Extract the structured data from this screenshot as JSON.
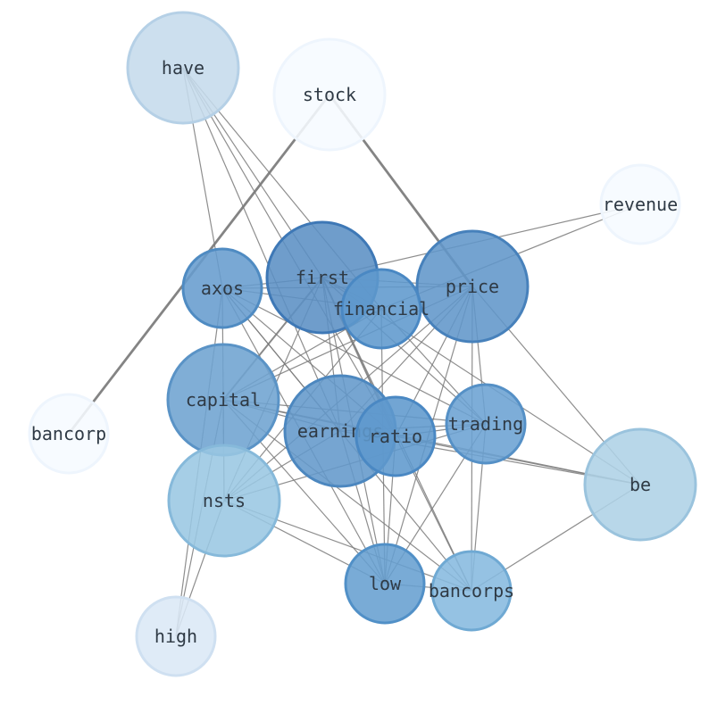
{
  "graph": {
    "nodes": [
      {
        "id": "have",
        "label": "have",
        "color": "#c5dbec",
        "stroke": "#b5d0e6"
      },
      {
        "id": "stock",
        "label": "stock",
        "color": "#f6faff",
        "stroke": "#eef5fd"
      },
      {
        "id": "revenue",
        "label": "revenue",
        "color": "#f6faff",
        "stroke": "#eef5fd"
      },
      {
        "id": "first",
        "label": "first",
        "color": "#5b8fc4",
        "stroke": "#3e78b6"
      },
      {
        "id": "price",
        "label": "price",
        "color": "#6196c9",
        "stroke": "#4781bb"
      },
      {
        "id": "axos",
        "label": "axos",
        "color": "#669cce",
        "stroke": "#4f8bc2"
      },
      {
        "id": "financial",
        "label": "financial",
        "color": "#5e98cd",
        "stroke": "#4a88c3"
      },
      {
        "id": "capital",
        "label": "capital",
        "color": "#6ea3d0",
        "stroke": "#5a93c6"
      },
      {
        "id": "earnings",
        "label": "earnings",
        "color": "#6399cb",
        "stroke": "#4c87bf"
      },
      {
        "id": "ratio",
        "label": "ratio",
        "color": "#5e98cd",
        "stroke": "#4a88c3"
      },
      {
        "id": "trading",
        "label": "trading",
        "color": "#6ba2d3",
        "stroke": "#5590c6"
      },
      {
        "id": "bancorp",
        "label": "bancorp",
        "color": "#f6faff",
        "stroke": "#eef5fd"
      },
      {
        "id": "be",
        "label": "be",
        "color": "#aed1e6",
        "stroke": "#9ac3dd"
      },
      {
        "id": "nsts",
        "label": "nsts",
        "color": "#9ac7e2",
        "stroke": "#86b9da"
      },
      {
        "id": "low",
        "label": "low",
        "color": "#679fd0",
        "stroke": "#5190c7"
      },
      {
        "id": "bancorps",
        "label": "bancorps",
        "color": "#86badf",
        "stroke": "#6fa9d3"
      },
      {
        "id": "high",
        "label": "high",
        "color": "#dbe8f6",
        "stroke": "#cfe0f1"
      }
    ],
    "edges": [
      [
        "stock",
        "bancorp",
        "heavy"
      ],
      [
        "stock",
        "price",
        "heavy"
      ],
      [
        "first",
        "capital",
        "medium"
      ],
      [
        "first",
        "ratio",
        "medium"
      ],
      [
        "have",
        "axos",
        "thin"
      ],
      [
        "have",
        "first",
        "thin"
      ],
      [
        "have",
        "financial",
        "thin"
      ],
      [
        "have",
        "earnings",
        "thin"
      ],
      [
        "have",
        "ratio",
        "thin"
      ],
      [
        "revenue",
        "first",
        "thin"
      ],
      [
        "revenue",
        "financial",
        "thin"
      ],
      [
        "axos",
        "first",
        "thin"
      ],
      [
        "axos",
        "financial",
        "thin"
      ],
      [
        "axos",
        "price",
        "thin"
      ],
      [
        "axos",
        "earnings",
        "thin"
      ],
      [
        "axos",
        "ratio",
        "thin"
      ],
      [
        "axos",
        "trading",
        "thin"
      ],
      [
        "axos",
        "low",
        "thin"
      ],
      [
        "axos",
        "nsts",
        "thin"
      ],
      [
        "axos",
        "high",
        "thin"
      ],
      [
        "axos",
        "bancorps",
        "thin"
      ],
      [
        "first",
        "price",
        "thin"
      ],
      [
        "first",
        "financial",
        "thin"
      ],
      [
        "first",
        "earnings",
        "thin"
      ],
      [
        "first",
        "trading",
        "thin"
      ],
      [
        "first",
        "nsts",
        "thin"
      ],
      [
        "first",
        "low",
        "thin"
      ],
      [
        "first",
        "bancorps",
        "thin"
      ],
      [
        "first",
        "be",
        "thin"
      ],
      [
        "price",
        "capital",
        "thin"
      ],
      [
        "price",
        "earnings",
        "thin"
      ],
      [
        "price",
        "ratio",
        "thin"
      ],
      [
        "price",
        "trading",
        "thin"
      ],
      [
        "price",
        "low",
        "thin"
      ],
      [
        "price",
        "bancorps",
        "thin"
      ],
      [
        "price",
        "be",
        "thin"
      ],
      [
        "price",
        "nsts",
        "thin"
      ],
      [
        "financial",
        "capital",
        "thin"
      ],
      [
        "financial",
        "low",
        "thin"
      ],
      [
        "financial",
        "trading",
        "thin"
      ],
      [
        "financial",
        "nsts",
        "thin"
      ],
      [
        "capital",
        "earnings",
        "thin"
      ],
      [
        "capital",
        "ratio",
        "thin"
      ],
      [
        "capital",
        "trading",
        "thin"
      ],
      [
        "capital",
        "be",
        "thin"
      ],
      [
        "capital",
        "nsts",
        "thin"
      ],
      [
        "capital",
        "low",
        "thin"
      ],
      [
        "capital",
        "bancorps",
        "thin"
      ],
      [
        "capital",
        "high",
        "thin"
      ],
      [
        "earnings",
        "trading",
        "thin"
      ],
      [
        "earnings",
        "be",
        "thin"
      ],
      [
        "earnings",
        "low",
        "thin"
      ],
      [
        "earnings",
        "nsts",
        "thin"
      ],
      [
        "ratio",
        "trading",
        "thin"
      ],
      [
        "ratio",
        "low",
        "thin"
      ],
      [
        "ratio",
        "bancorps",
        "thin"
      ],
      [
        "ratio",
        "be",
        "thin"
      ],
      [
        "trading",
        "low",
        "thin"
      ],
      [
        "trading",
        "bancorps",
        "thin"
      ],
      [
        "trading",
        "nsts",
        "thin"
      ],
      [
        "be",
        "bancorps",
        "thin"
      ],
      [
        "nsts",
        "low",
        "thin"
      ],
      [
        "nsts",
        "bancorps",
        "thin"
      ],
      [
        "nsts",
        "high",
        "thin"
      ],
      [
        "low",
        "bancorps",
        "thin"
      ]
    ]
  }
}
